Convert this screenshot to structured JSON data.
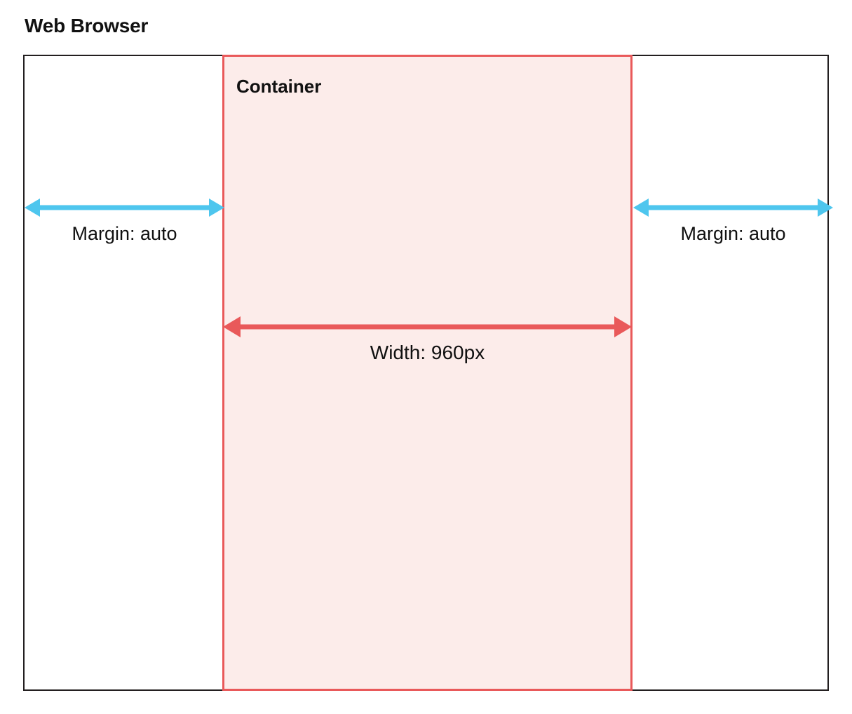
{
  "title": "Web Browser",
  "browser": {
    "frame_color": "#231f20"
  },
  "container": {
    "label": "Container",
    "border_color": "#e9595a",
    "fill_color": "#fcecea"
  },
  "annotations": {
    "arrow_blue_color": "#4ec6ee",
    "arrow_red_color": "#e9595a",
    "margin_left": {
      "label": "Margin: auto",
      "icon": "double-headed-arrow-horizontal"
    },
    "margin_right": {
      "label": "Margin: auto",
      "icon": "double-headed-arrow-horizontal"
    },
    "width": {
      "label": "Width: 960px",
      "value": "960px",
      "icon": "double-headed-arrow-horizontal"
    }
  }
}
